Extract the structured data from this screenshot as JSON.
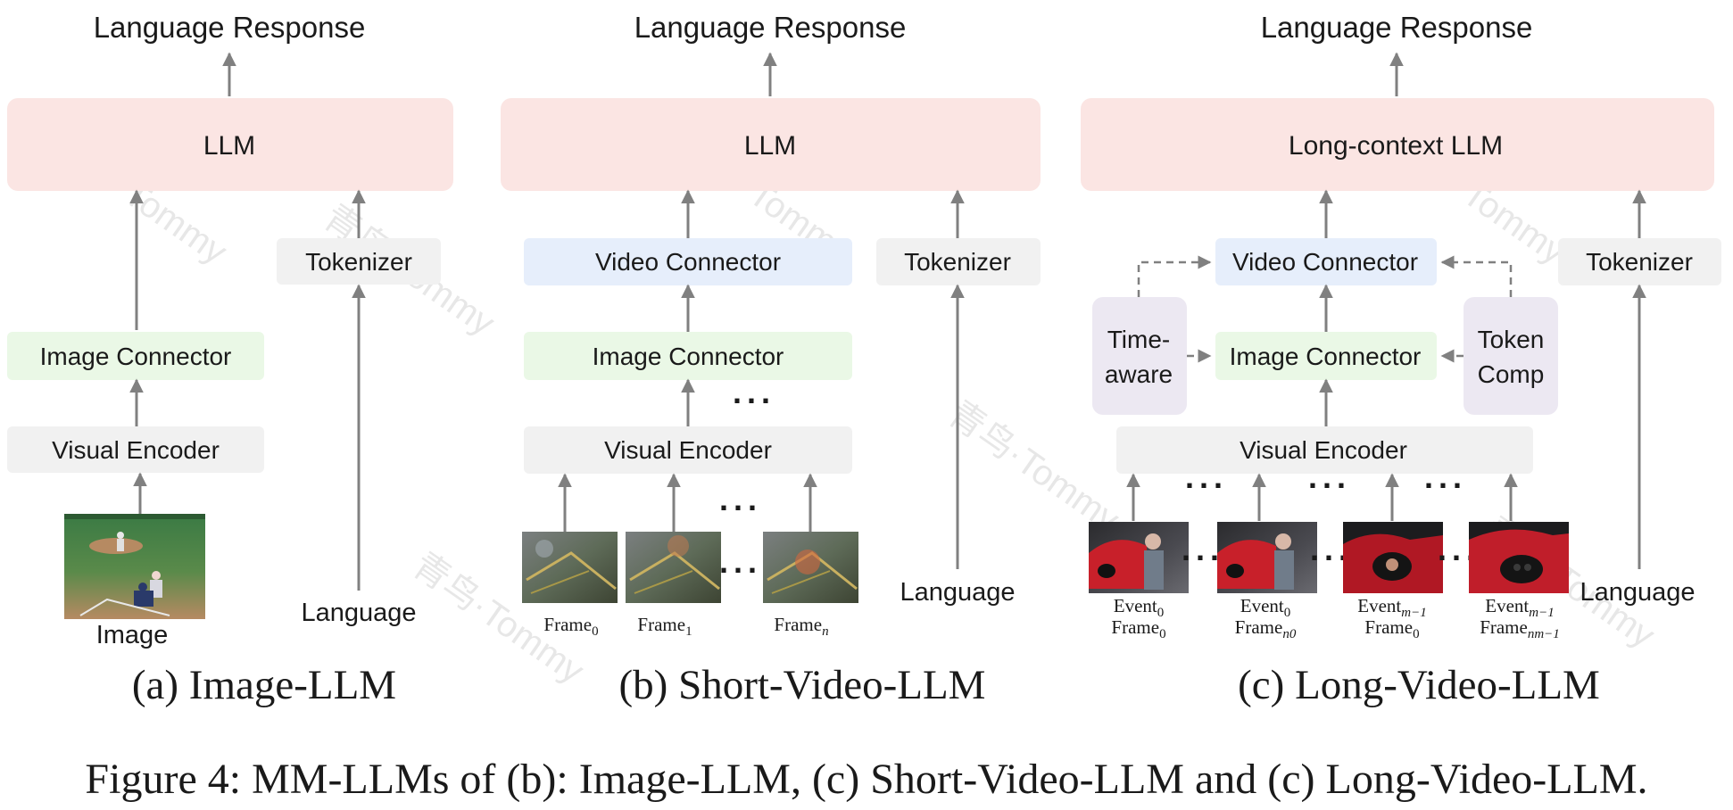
{
  "colors": {
    "llm_box": "#fbe5e3",
    "neutral_box": "#f1f1f1",
    "video_connector_box": "#e6eefb",
    "image_connector_box": "#eaf8e6",
    "side_module_box": "#ece8f2",
    "arrow": "#808080"
  },
  "panel_a": {
    "top_label": "Language Response",
    "llm_label": "LLM",
    "tokenizer_label": "Tokenizer",
    "image_connector_label": "Image Connector",
    "visual_encoder_label": "Visual Encoder",
    "image_label": "Image",
    "language_label": "Language",
    "caption": "(a) Image-LLM"
  },
  "panel_b": {
    "top_label": "Language  Response",
    "llm_label": "LLM",
    "video_connector_label": "Video Connector",
    "tokenizer_label": "Tokenizer",
    "image_connector_label": "Image Connector",
    "visual_encoder_label": "Visual Encoder",
    "ellipsis": "...",
    "frames": [
      {
        "base": "Frame",
        "sub": "0"
      },
      {
        "base": "Frame",
        "sub": "1"
      },
      {
        "base": "Frame",
        "sub": "n"
      }
    ],
    "language_label": "Language",
    "caption": "(b) Short-Video-LLM"
  },
  "panel_c": {
    "top_label": "Language  Response",
    "llm_label": "Long-context LLM",
    "video_connector_label": "Video Connector",
    "tokenizer_label": "Tokenizer",
    "time_aware_line1": "Time-",
    "time_aware_line2": "aware",
    "token_comp_line1": "Token",
    "token_comp_line2": "Comp",
    "image_connector_label": "Image Connector",
    "visual_encoder_label": "Visual Encoder",
    "ellipsis": "...",
    "frames": [
      {
        "event_base": "Event",
        "event_sub": "0",
        "frame_base": "Frame",
        "frame_sub": "0"
      },
      {
        "event_base": "Event",
        "event_sub": "0",
        "frame_base": "Frame",
        "frame_sub": "n0"
      },
      {
        "event_base": "Event",
        "event_sub": "m−1",
        "frame_base": "Frame",
        "frame_sub": "0"
      },
      {
        "event_base": "Event",
        "event_sub": "m−1",
        "frame_base": "Frame",
        "frame_sub": "nm−1"
      }
    ],
    "language_label": "Language",
    "caption": "(c) Long-Video-LLM"
  },
  "figure_caption": "Figure 4: MM-LLMs of (b): Image-LLM, (c) Short-Video-LLM and (c) Long-Video-LLM.",
  "watermark_text": "青鸟·Tommy"
}
